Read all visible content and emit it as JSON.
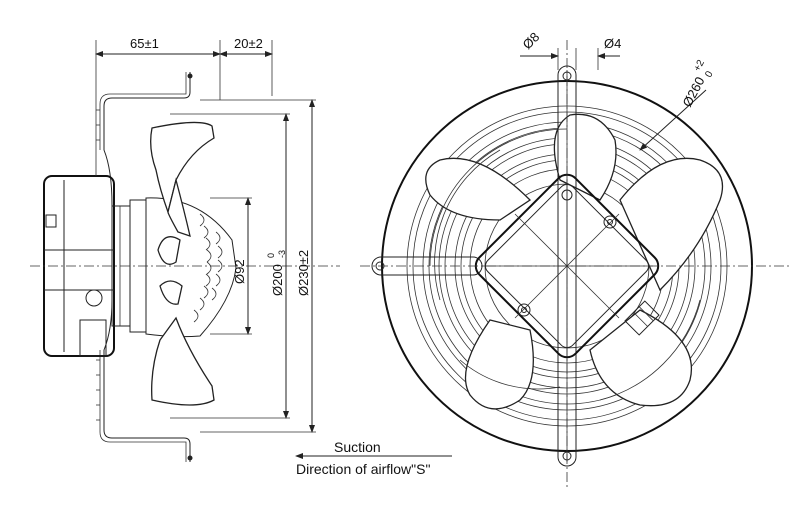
{
  "dimensions": {
    "guard_depth": "65±1",
    "hub_offset": "20±2",
    "hub_diameter": "Ø92",
    "rotor_diameter_base": "Ø200",
    "rotor_tol_upper": "0",
    "rotor_tol_lower": "-3",
    "blade_diameter": "Ø230±2",
    "mount_hole": "Ø8",
    "wire_diameter": "Ø4",
    "guard_diameter_base": "Ø260",
    "guard_tol_upper": "+2",
    "guard_tol_lower": "0"
  },
  "airflow": {
    "suction_label": "Suction",
    "direction_label": "Direction of airflow\"S\""
  }
}
